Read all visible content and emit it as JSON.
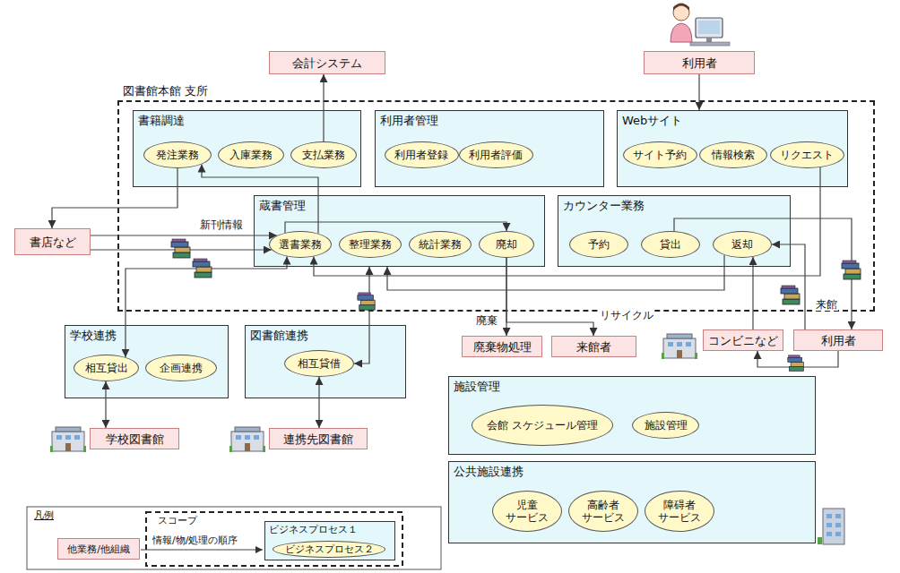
{
  "diagram": {
    "nodes": [
      {
        "text": [
          "会計システム"
        ]
      },
      {
        "text": [
          "利用者"
        ]
      },
      {
        "text": [
          "図書館本館 支所"
        ]
      },
      {
        "text": [
          "書籍調達"
        ],
        "in": 2
      },
      {
        "text": [
          "発注業務"
        ],
        "in": 3
      },
      {
        "text": [
          "入庫業務"
        ],
        "in": 3
      },
      {
        "text": [
          "支払業務"
        ],
        "in": 3
      },
      {
        "text": [
          "利用者管理"
        ],
        "in": 2
      },
      {
        "text": [
          "利用者登録"
        ],
        "in": 7
      },
      {
        "text": [
          "利用者評価"
        ],
        "in": 7
      },
      {
        "text": [
          "Webサイト"
        ],
        "in": 2
      },
      {
        "text": [
          "サイト予約"
        ],
        "in": 10
      },
      {
        "text": [
          "情報検索"
        ],
        "in": 10
      },
      {
        "text": [
          "リクエスト"
        ],
        "in": 10
      },
      {
        "text": [
          "書店など"
        ]
      },
      {
        "text": [
          "蔵書管理"
        ],
        "in": 2
      },
      {
        "text": [
          "選書業務"
        ],
        "in": 15
      },
      {
        "text": [
          "整理業務"
        ],
        "in": 15
      },
      {
        "text": [
          "統計業務"
        ],
        "in": 15
      },
      {
        "text": [
          "廃却"
        ],
        "in": 15
      },
      {
        "text": [
          "カウンター業務"
        ],
        "in": 2
      },
      {
        "text": [
          "予約"
        ],
        "in": 20
      },
      {
        "text": [
          "貸出"
        ],
        "in": 20
      },
      {
        "text": [
          "返却"
        ],
        "in": 20
      },
      {
        "text": [
          "学校連携"
        ]
      },
      {
        "text": [
          "相互貸出"
        ],
        "in": 24
      },
      {
        "text": [
          "企画連携"
        ],
        "in": 24
      },
      {
        "text": [
          "図書館連携"
        ]
      },
      {
        "text": [
          "相互貸借"
        ],
        "in": 27
      },
      {
        "text": [
          "廃棄物処理"
        ]
      },
      {
        "text": [
          "来館者"
        ]
      },
      {
        "text": [
          "コンビニなど"
        ]
      },
      {
        "text": [
          "利用者"
        ]
      },
      {
        "text": [
          "施設管理"
        ]
      },
      {
        "text": [
          "会館 スケジュール管理"
        ],
        "in": 33
      },
      {
        "text": [
          "施設管理"
        ],
        "in": 33
      },
      {
        "text": [
          "学校図書館"
        ]
      },
      {
        "text": [
          "連携先図書館"
        ]
      },
      {
        "text": [
          "公共施設連携"
        ]
      },
      {
        "text": [
          "児童 サービス"
        ],
        "in": 38
      },
      {
        "text": [
          "高齢者 サービス"
        ],
        "in": 38
      },
      {
        "text": [
          "障碍者 サービス"
        ],
        "in": 38
      }
    ],
    "edges": [
      {
        "from": 6,
        "to": 0,
        "arrow": "to"
      },
      {
        "from": 1,
        "to": 10,
        "arrow": "to"
      },
      {
        "from": 4,
        "to": 14,
        "arrow": "to"
      },
      {
        "from": 14,
        "to": 16,
        "label": "新刊情報",
        "arrow": "to"
      },
      {
        "from": 14,
        "to": 16,
        "arrow": "to"
      },
      {
        "from": 25,
        "to": 16,
        "arrow": "both"
      },
      {
        "from": 16,
        "to": 4,
        "arrow": "to"
      },
      {
        "from": 16,
        "to": 19,
        "arrow": "to"
      },
      {
        "from": 19,
        "to": 29,
        "arrow": "to"
      },
      {
        "from": 19,
        "to": 30,
        "arrow": "to"
      },
      {
        "from": 13,
        "to": 16,
        "arrow": "to"
      },
      {
        "from": 23,
        "to": 15,
        "arrow": "to"
      },
      {
        "from": 22,
        "to": 32,
        "arrow": "to"
      },
      {
        "from": 32,
        "to": 23,
        "arrow": "to"
      },
      {
        "from": 32,
        "to": 31,
        "arrow": "to"
      },
      {
        "from": 31,
        "to": 23,
        "arrow": "to"
      },
      {
        "from": 28,
        "to": 15,
        "arrow": "both"
      },
      {
        "from": 25,
        "to": 36,
        "arrow": "both"
      },
      {
        "from": 28,
        "to": 37,
        "arrow": "both"
      }
    ],
    "labels": [
      "廃棄",
      "リサイクル",
      "来館",
      "凡例"
    ],
    "legend": [
      {
        "text": "スコープ"
      },
      {
        "text": "他業務/他組織",
        "color": "#fde4e4"
      },
      {
        "text": "情報/物/処理の順序"
      },
      {
        "text": "ビジネスプロセス１",
        "color": "#e4f7fb"
      },
      {
        "text": "ビジネスプロセス２",
        "color": "#fff9c9"
      }
    ]
  }
}
